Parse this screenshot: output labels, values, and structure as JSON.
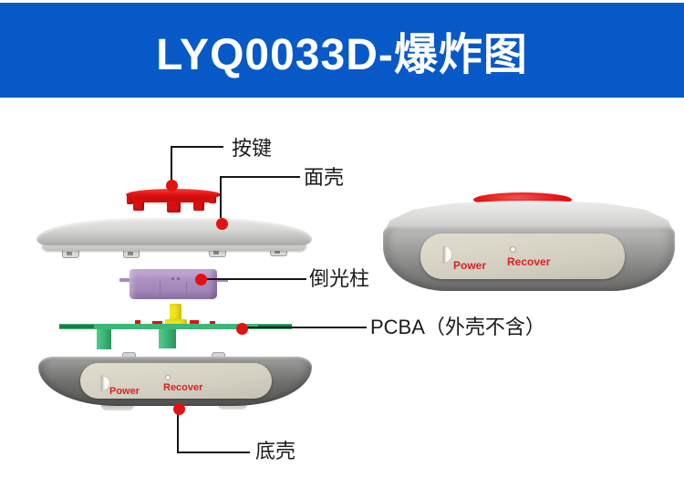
{
  "header": {
    "title": "LYQ0033D-爆炸图"
  },
  "callouts": {
    "button": "按键",
    "face_shell": "面壳",
    "light_guide": "倒光柱",
    "pcba": "PCBA（外壳不含）",
    "bottom_shell": "底壳"
  },
  "exploded_bottom_shell": {
    "power_label": "Power",
    "recover_label": "Recover"
  },
  "assembled_device": {
    "power_label": "Power",
    "recover_label": "Recover"
  },
  "colors": {
    "header_bg": "#0759C8",
    "header_text": "#FFFFFF",
    "accent_red": "#E31212",
    "label_text": "#1A1A1A",
    "device_text_red": "#DD2020",
    "light_guide_purple": "#AB90C2",
    "pcb_green": "#3CB878",
    "pcb_green_dark": "#1F7A4A",
    "plunger_yellow": "#F3E51D"
  }
}
